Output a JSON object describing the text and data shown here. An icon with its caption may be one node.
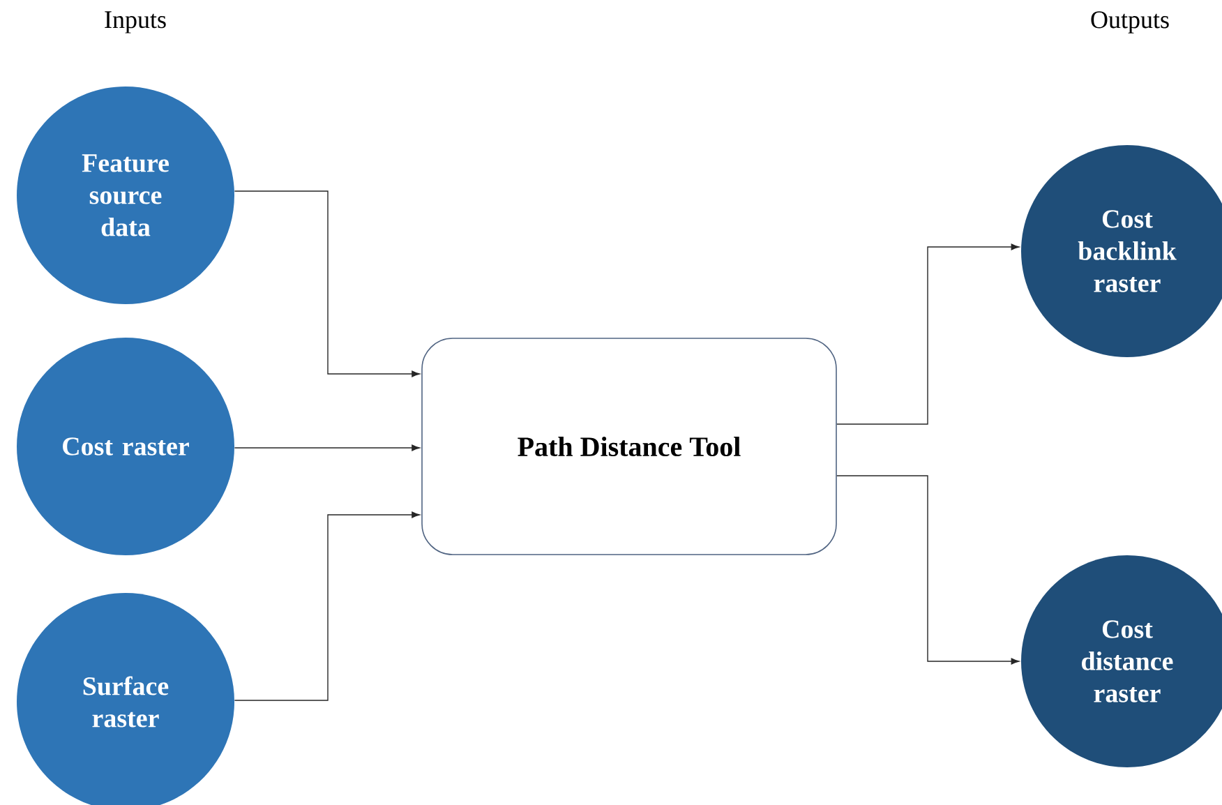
{
  "diagram": {
    "nodes": [
      {
        "text": [
          "Feature source data"
        ]
      },
      {
        "text": [
          "Cost raster"
        ]
      },
      {
        "text": [
          "Surface raster"
        ]
      },
      {
        "text": [
          "Path Distance Tool"
        ]
      },
      {
        "text": [
          "Cost backlink raster"
        ]
      },
      {
        "text": [
          "Cost distance raster"
        ]
      }
    ],
    "edges": [
      {
        "from": 0,
        "to": 3,
        "arrow": "to"
      },
      {
        "from": 1,
        "to": 3,
        "arrow": "to"
      },
      {
        "from": 2,
        "to": 3,
        "arrow": "to"
      },
      {
        "from": 3,
        "to": 4,
        "arrow": "to"
      },
      {
        "from": 3,
        "to": 5,
        "arrow": "to"
      }
    ],
    "labels": [
      "Inputs",
      "Outputs"
    ]
  }
}
